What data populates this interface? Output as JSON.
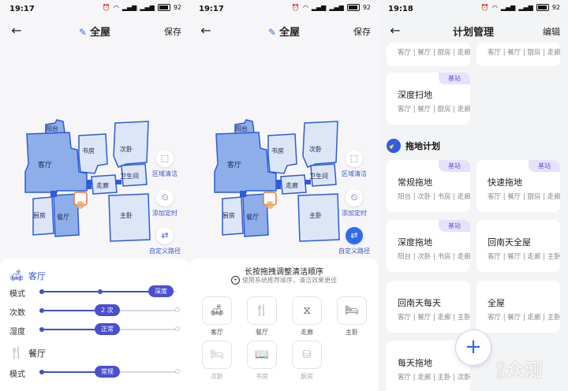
{
  "status_bar": [
    {
      "time": "19:17",
      "battery": "92"
    },
    {
      "time": "19:17",
      "battery": "92"
    },
    {
      "time": "19:18",
      "battery": "92"
    }
  ],
  "screen1": {
    "title": "全屋",
    "save_label": "保存",
    "rooms": [
      "阳台",
      "书房",
      "次卧",
      "客厅",
      "卫生间",
      "走廊",
      "厨房",
      "餐厅",
      "主卧"
    ],
    "tools": [
      {
        "label": "区域清洁",
        "icon": "area-clean-icon"
      },
      {
        "label": "添加定时",
        "icon": "timer-icon"
      },
      {
        "label": "自定义路径",
        "icon": "route-icon"
      }
    ],
    "room_settings": [
      {
        "name": "客厅",
        "icon": "sofa-icon",
        "rows": [
          {
            "label": "模式",
            "value": "深度",
            "fraction": 1.0
          },
          {
            "label": "次数",
            "value": "2 次",
            "fraction": 0.5
          },
          {
            "label": "湿度",
            "value": "正常",
            "fraction": 0.5
          }
        ]
      },
      {
        "name": "餐厅",
        "icon": "fork-knife-icon",
        "rows": [
          {
            "label": "模式",
            "value": "常规",
            "fraction": 0.5
          }
        ]
      }
    ]
  },
  "screen2": {
    "title": "全屋",
    "save_label": "保存",
    "sheet_title": "长按拖拽调整清洁顺序",
    "sheet_hint": "使用系统推荐顺序，清洁效果更佳",
    "room_tiles": [
      {
        "name": "客厅",
        "icon": "sofa-icon",
        "enabled": true
      },
      {
        "name": "餐厅",
        "icon": "fork-knife-icon",
        "enabled": true
      },
      {
        "name": "走廊",
        "icon": "corridor-icon",
        "enabled": true
      },
      {
        "name": "主卧",
        "icon": "bed-icon",
        "enabled": true
      },
      {
        "name": "次卧",
        "icon": "bed-icon",
        "enabled": false
      },
      {
        "name": "书房",
        "icon": "book-icon",
        "enabled": false
      },
      {
        "name": "厨房",
        "icon": "pot-icon",
        "enabled": false
      }
    ]
  },
  "screen3": {
    "title": "计划管理",
    "edit_label": "编辑",
    "sweep_cards_partial": [
      {
        "rooms": "客厅 | 餐厅 | 厨房 | 走廊"
      },
      {
        "rooms": "客厅 | 餐厅 | 厨房 | 走廊"
      }
    ],
    "deep_sweep_card": {
      "title": "深度扫地",
      "rooms": "客厅 | 餐厅 | 厨房 | 走廊",
      "tag": "基站"
    },
    "mop_section_title": "拖地计划",
    "mop_cards": [
      {
        "title": "常规拖地",
        "rooms": "阳台 | 次卧 | 书房 | 走廊",
        "tag": "基站"
      },
      {
        "title": "快速拖地",
        "rooms": "客厅 | 餐厅 | 厨房 | 走廊",
        "tag": "基站"
      },
      {
        "title": "深度拖地",
        "rooms": "阳台 | 次卧 | 书房 | 走廊",
        "tag": "基站"
      },
      {
        "title": "回南天全屋",
        "rooms": "客厅 | 餐厅 | 走廊 | 主卧",
        "tag": ""
      },
      {
        "title": "回南天每天",
        "rooms": "客厅 | 餐厅 | 走廊 | 主卧",
        "tag": ""
      },
      {
        "title": "全屋",
        "rooms": "客厅 | 餐厅 | 走廊 | 主卧",
        "tag": ""
      },
      {
        "title": "每天拖地",
        "rooms": "客厅 | 走廊 | 主卧 | 次卧",
        "tag": ""
      }
    ],
    "fab_label": "+"
  },
  "colors": {
    "accent": "#2f6bf0",
    "map_active": "#8eaee9",
    "map_inactive": "#dde6f7",
    "tag_bg": "#e6e2fb",
    "tag_text": "#6b57d9"
  }
}
